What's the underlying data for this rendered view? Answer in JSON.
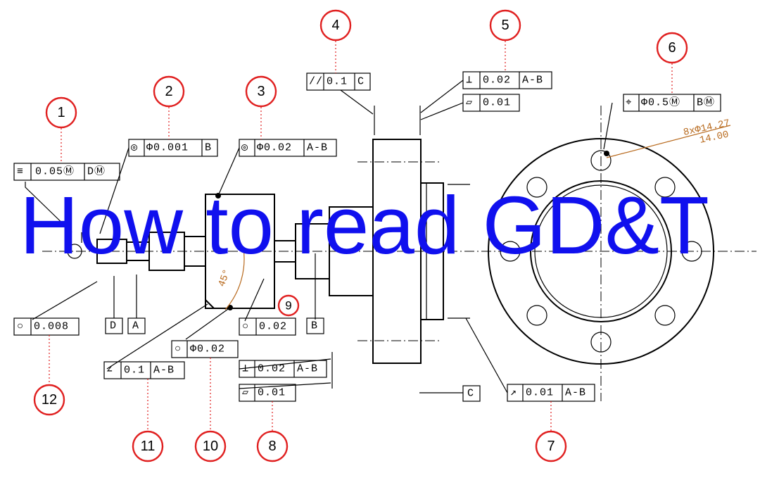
{
  "title": "How to read GD&T",
  "callouts": [
    "1",
    "2",
    "3",
    "4",
    "5",
    "6",
    "7",
    "8",
    "9",
    "10",
    "11",
    "12"
  ],
  "fcf": {
    "c1": {
      "sym": "≡",
      "tol": "0.05Ⓜ",
      "ref": "DⓂ"
    },
    "c2": {
      "sym": "◎",
      "tol": "Φ0.001",
      "ref": "B"
    },
    "c3": {
      "sym": "◎",
      "tol": "Φ0.02",
      "ref": "A-B"
    },
    "c4": {
      "sym": "//",
      "tol": "0.1",
      "ref": "C"
    },
    "c5a": {
      "sym": "⊥",
      "tol": "0.02",
      "ref": "A-B"
    },
    "c5b": {
      "sym": "▱",
      "tol": "0.01"
    },
    "c6": {
      "sym": "⌖",
      "tol": "Φ0.5Ⓜ",
      "ref": "BⓂ"
    },
    "c7": {
      "sym": "↗",
      "tol": "0.01",
      "ref": "A-B"
    },
    "c8a": {
      "sym": "⊥",
      "tol": "0.02",
      "ref": "A-B"
    },
    "c8b": {
      "sym": "▱",
      "tol": "0.01"
    },
    "c9": {
      "sym": "○",
      "tol": "0.02"
    },
    "c10": {
      "sym": "○",
      "tol": "Φ0.02"
    },
    "c11": {
      "sym": "∠",
      "tol": "0.1",
      "ref": "A-B"
    },
    "c12": {
      "sym": "○",
      "tol": "0.008"
    }
  },
  "datums": {
    "d": "D",
    "a": "A",
    "b": "B",
    "c": "C"
  },
  "holes_note": {
    "line1": "8xΦ14.27",
    "line2": "14.00"
  },
  "angle": "45°"
}
